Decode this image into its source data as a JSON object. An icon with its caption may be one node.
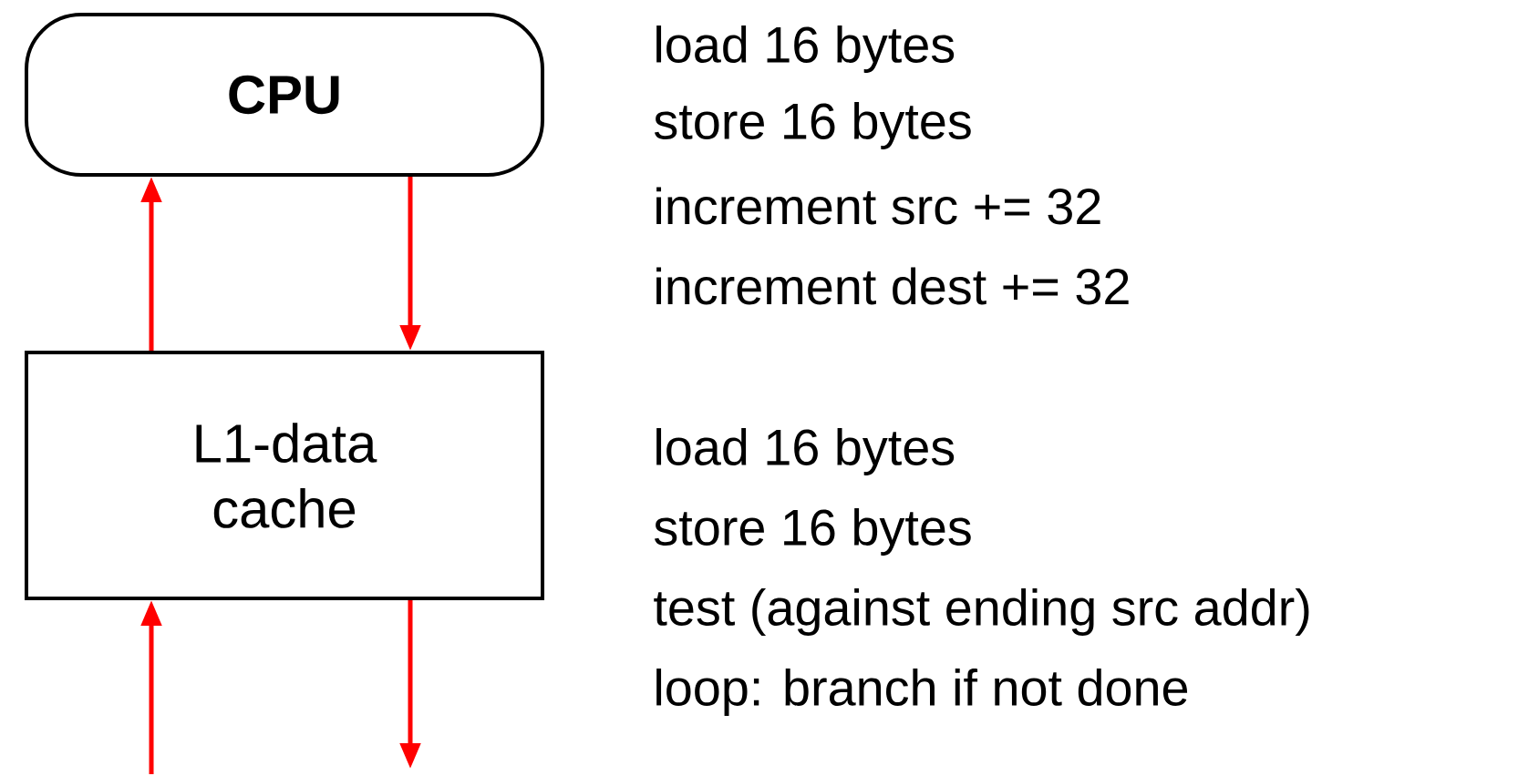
{
  "diagram": {
    "nodes": [
      {
        "text": [
          "CPU"
        ]
      },
      {
        "text": [
          "L1-data cache"
        ]
      }
    ],
    "edges": [
      {
        "from": 1,
        "to": 0,
        "arrow": "to",
        "color": "#ff0000"
      },
      {
        "from": 0,
        "to": 1,
        "arrow": "to",
        "color": "#ff0000"
      },
      {
        "from": null,
        "to": 1,
        "arrow": "to",
        "color": "#ff0000"
      },
      {
        "from": 1,
        "to": null,
        "arrow": "to",
        "color": "#ff0000"
      }
    ],
    "labels": [
      "load 16 bytes",
      "store 16 bytes",
      "increment src += 32",
      "increment dest += 32",
      "load 16 bytes",
      "store 16 bytes",
      "test (against ending src addr)",
      "loop: branch if not done"
    ]
  }
}
